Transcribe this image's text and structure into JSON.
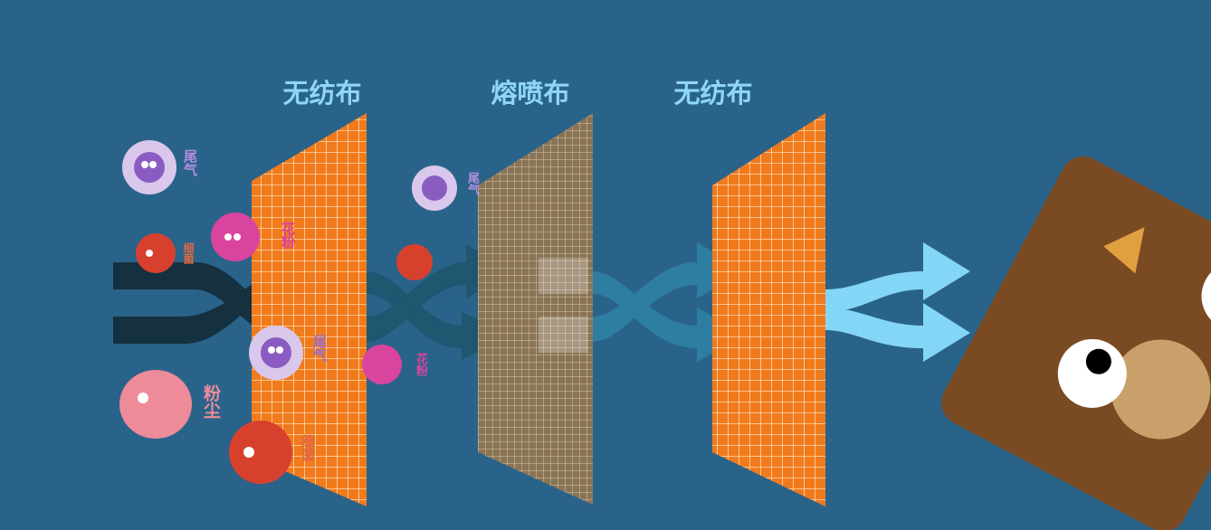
{
  "layers": [
    {
      "title": "无纺布",
      "color": "#f07a1c"
    },
    {
      "title": "熔喷布",
      "color": "#8a7456"
    },
    {
      "title": "无纺布",
      "color": "#f07a1c"
    }
  ],
  "particles": [
    {
      "label": "尾气",
      "kind": "exhaust",
      "color": "#9b6fc8"
    },
    {
      "label": "细菌",
      "kind": "bacteria",
      "color": "#d8402e"
    },
    {
      "label": "花粉",
      "kind": "pollen",
      "color": "#d9449e"
    },
    {
      "label": "尾气",
      "kind": "exhaust",
      "color": "#9b6fc8"
    },
    {
      "label": "粉尘",
      "kind": "dust",
      "color": "#ee8b99"
    },
    {
      "label": "细菌",
      "kind": "bacteria",
      "color": "#d8402e"
    },
    {
      "label": "尾气",
      "kind": "exhaust",
      "color": "#9b6fc8"
    },
    {
      "label": "花粉",
      "kind": "pollen",
      "color": "#d9449e"
    }
  ],
  "colors": {
    "background": "#2a6389",
    "arrow_stage1": "#15303f",
    "arrow_stage2": "#1f5670",
    "arrow_stage3": "#2d7ea0",
    "arrow_clean": "#84d6f6",
    "bear": "#7a4a22"
  }
}
